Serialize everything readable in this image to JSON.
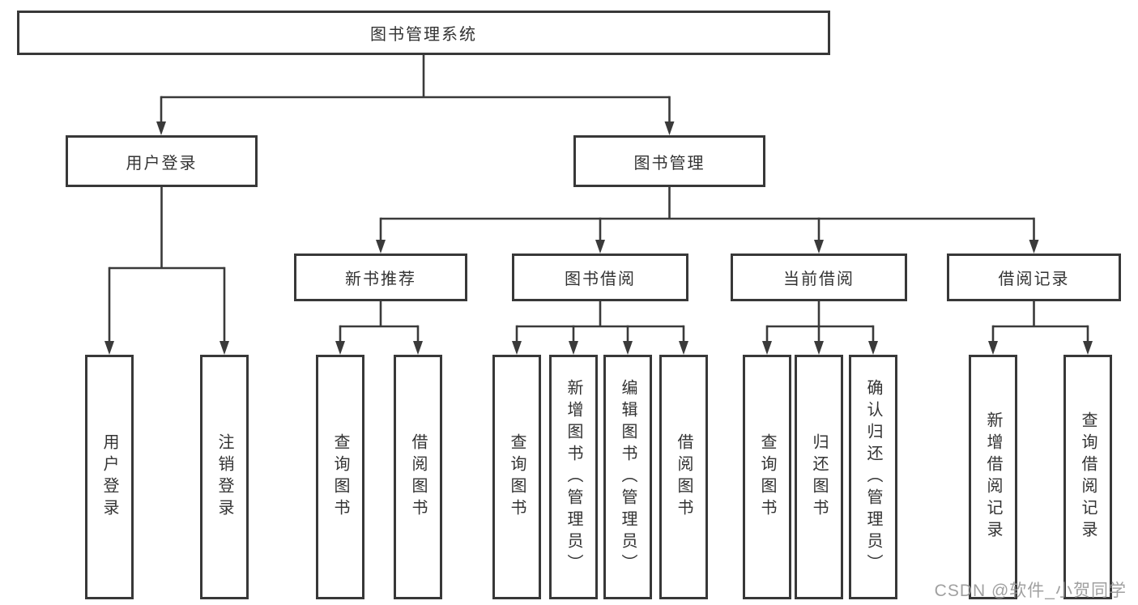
{
  "tree": {
    "root": "图书管理系统",
    "children": [
      {
        "label": "用户登录",
        "children": [
          "用户登录",
          "注销登录"
        ]
      },
      {
        "label": "图书管理",
        "children": [
          {
            "label": "新书推荐",
            "children": [
              "查询图书",
              "借阅图书"
            ]
          },
          {
            "label": "图书借阅",
            "children": [
              "查询图书",
              "新增图书（管理员）",
              "编辑图书（管理员）",
              "借阅图书"
            ]
          },
          {
            "label": "当前借阅",
            "children": [
              "查询图书",
              "归还图书",
              "确认归还（管理员）"
            ]
          },
          {
            "label": "借阅记录",
            "children": [
              "新增借阅记录",
              "查询借阅记录"
            ]
          }
        ]
      }
    ]
  },
  "watermark": "CSDN @软件_小贺同学",
  "colors": {
    "line": "#3a3a3a",
    "text": "#333333",
    "watermark": "#969696",
    "background": "#ffffff"
  }
}
